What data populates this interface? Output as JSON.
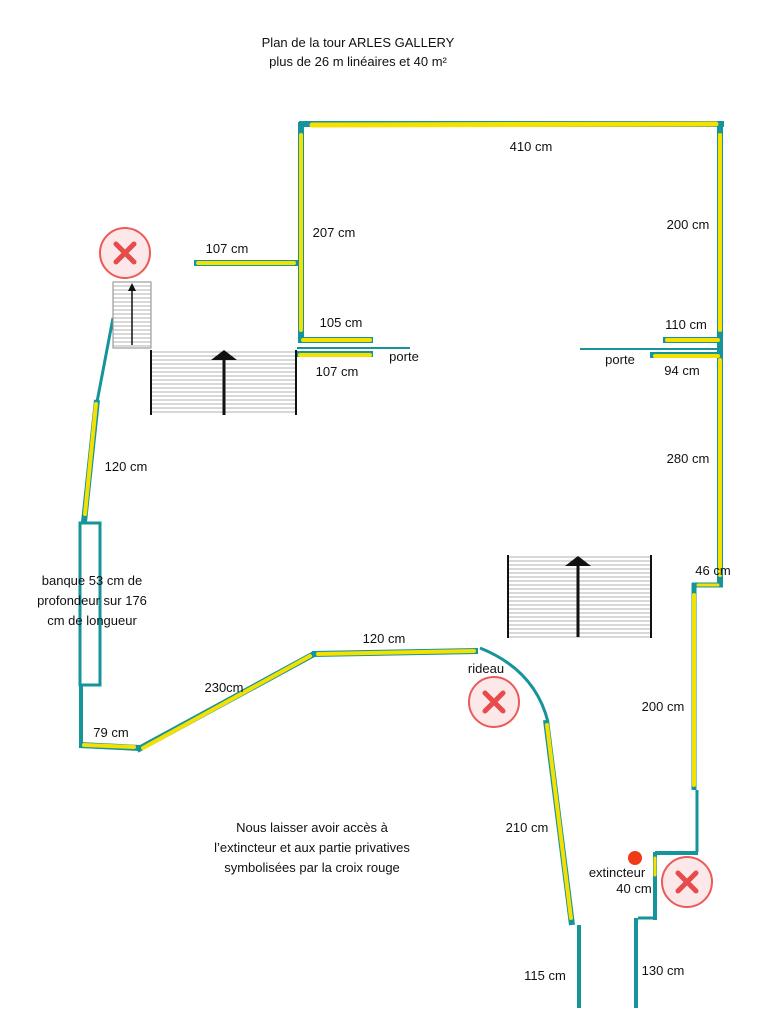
{
  "title": {
    "line1": "Plan de la tour ARLES GALLERY",
    "line2": "plus de 26 m linéaires et 40 m²"
  },
  "labels": {
    "wall_top": "410 cm",
    "wall_right_top": "200 cm",
    "wall_207": "207 cm",
    "wall_107_top": "107 cm",
    "wall_105": "105 cm",
    "wall_107_bottom": "107 cm",
    "door_left": "porte",
    "wall_110": "110 cm",
    "door_right": "porte",
    "wall_94": "94 cm",
    "wall_280": "280 cm",
    "wall_120_left": "120 cm",
    "bank_note": [
      "banque 53 cm de",
      "profondeur sur 176",
      "cm de longueur"
    ],
    "wall_46": "46 cm",
    "wall_120_bottom": "120 cm",
    "curtain": "rideau",
    "wall_230": "230cm",
    "wall_79": "79 cm",
    "wall_200_right": "200 cm",
    "note": [
      "Nous laisser avoir accès à",
      "l’extincteur et aux partie privatives",
      "symbolisées par la croix rouge"
    ],
    "wall_210": "210 cm",
    "extinguisher": "extincteur",
    "wall_40": "40 cm",
    "wall_115": "115 cm",
    "wall_130": "130 cm"
  },
  "colors": {
    "wall": "#16949b",
    "highlight": "#f6e000",
    "cross_fill": "#fce8e8",
    "cross_stroke": "#ec5a5a",
    "cross_mark": "#e84b4b",
    "extinguisher_dot": "#f03a17",
    "stairs": "#111111"
  }
}
